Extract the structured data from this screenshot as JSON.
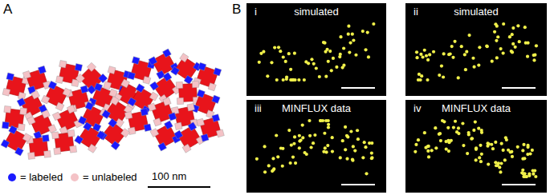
{
  "diagram": {
    "nodes": [
      {
        "text": [
          "i",
          "simulated"
        ]
      },
      {
        "text": [
          "ii",
          "simulated"
        ]
      },
      {
        "text": [
          "iii",
          "MINFLUX data"
        ]
      },
      {
        "text": [
          "iv",
          "MINFLUX data"
        ]
      }
    ],
    "labels": [
      "A",
      "B",
      "100 nm"
    ],
    "legend": [
      {
        "text": "= labeled",
        "color": "#1a1aff"
      },
      {
        "text": "= unlabeled",
        "color": "#f4c2c6"
      }
    ]
  }
}
